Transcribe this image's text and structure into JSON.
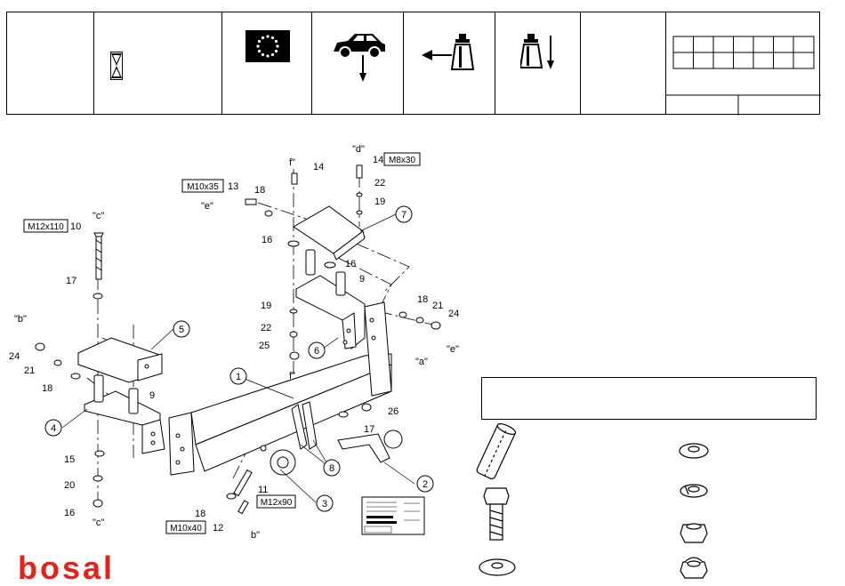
{
  "parts": [
    {
      "id": "1",
      "circled": true
    },
    {
      "id": "2",
      "circled": true
    },
    {
      "id": "3",
      "circled": true
    },
    {
      "id": "4",
      "circled": true
    },
    {
      "id": "5",
      "circled": true
    },
    {
      "id": "6",
      "circled": true
    },
    {
      "id": "7",
      "circled": true
    },
    {
      "id": "8",
      "circled": true
    }
  ],
  "labels": {
    "n9a": "9",
    "n9b": "9",
    "n10": "10",
    "n11": "11",
    "n12": "12",
    "n13": "13",
    "n14a": "14",
    "n14b": "14",
    "n15": "15",
    "n16a": "16",
    "n16b": "16",
    "n16c": "16",
    "n17a": "17",
    "n17b": "17",
    "n18a": "18",
    "n18b": "18",
    "n18c": "18",
    "n18d": "18",
    "n19a": "19",
    "n19b": "19",
    "n20": "20",
    "n21a": "21",
    "n21b": "21",
    "n22a": "22",
    "n22b": "22",
    "n24a": "24",
    "n24b": "24",
    "n25": "25",
    "n26": "26"
  },
  "refs": {
    "a": "\"a\"",
    "b_top": "\"b\"",
    "b_bot": "b\"",
    "c_top": "\"c\"",
    "c_bot": "\"c\"",
    "d": "\"d\"",
    "e_left": "\"e\"",
    "e_right": "\"e\"",
    "f_top": "f\"",
    "f_mid": "f\""
  },
  "bolts": {
    "m12x110": "M12x110",
    "m10x35": "M10x35",
    "m8x30": "M8x30",
    "m12x90": "M12x90",
    "m10x40": "M10x40"
  },
  "logo": "bosal",
  "colors": {
    "brand": "#e2231a",
    "eu_blue": "#000000",
    "eu_stars": "#ffffff"
  }
}
